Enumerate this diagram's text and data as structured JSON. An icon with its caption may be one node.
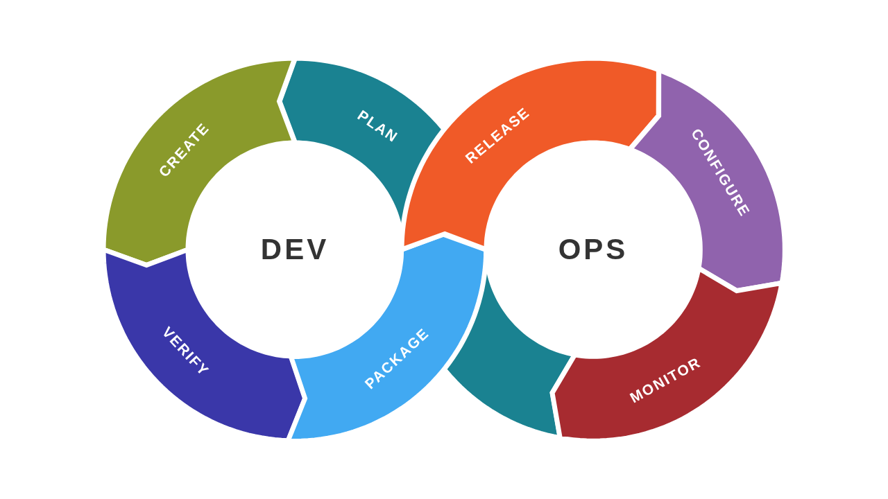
{
  "diagram": {
    "nodes": [
      {
        "text": [
          "PLAN"
        ]
      },
      {
        "text": [
          "CREATE"
        ]
      },
      {
        "text": [
          "VERIFY"
        ]
      },
      {
        "text": [
          "PACKAGE"
        ]
      },
      {
        "text": [
          "RELEASE"
        ]
      },
      {
        "text": [
          "CONFIGURE"
        ]
      },
      {
        "text": [
          "MONITOR"
        ]
      }
    ],
    "labels": [
      "DEV",
      "OPS"
    ]
  }
}
